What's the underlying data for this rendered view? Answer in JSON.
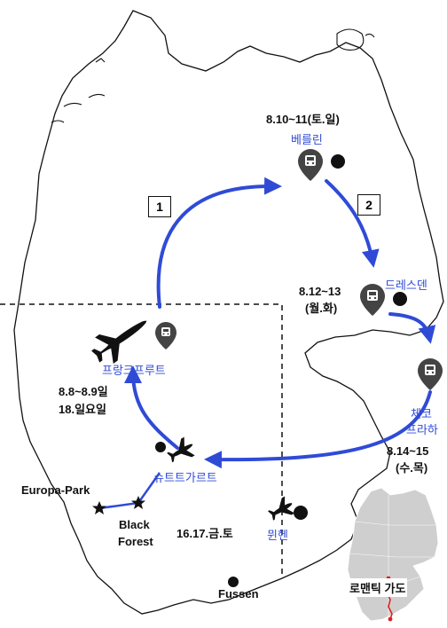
{
  "steps": [
    "1",
    "2"
  ],
  "cities": {
    "berlin": {
      "name": "베를린",
      "dates": "8.10~11(토.일)"
    },
    "dresden": {
      "name": "드레스덴",
      "dates": "8.12~13",
      "days": "(월.화)"
    },
    "prague": {
      "name_line1": "체코",
      "name_line2": "프라하",
      "dates": "8.14~15",
      "days": "(수.목)"
    },
    "frankfurt": {
      "name": "프랑크프루트",
      "dates": "8.8~8.9일",
      "days": "18.일요일"
    },
    "stuttgart": {
      "name": "슈트트가르트",
      "dates": "16.17.금.토"
    },
    "munich": {
      "name": "뮌헨"
    },
    "fussen": {
      "name": "Fussen"
    },
    "europa_park": {
      "name": "Europa-Park"
    },
    "black_forest": {
      "name_line1": "Black",
      "name_line2": "Forest"
    }
  },
  "inset": {
    "title": "로맨틱 가도"
  },
  "colors": {
    "route": "#2f4bd6",
    "border": "#111111",
    "inset_fill": "#cfcfcf",
    "road": "#e02020"
  },
  "icons": [
    "train-icon",
    "airplane-icon",
    "dot-icon",
    "star-icon"
  ]
}
